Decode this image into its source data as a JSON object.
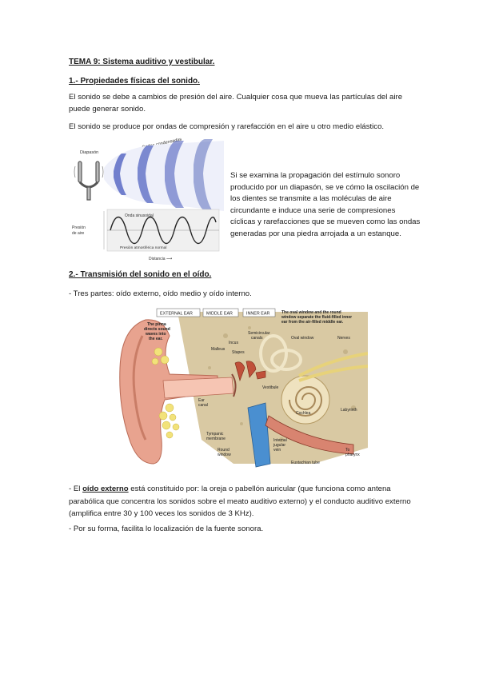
{
  "title": "TEMA 9: Sistema auditivo y vestibular.",
  "section1": {
    "heading": "1.- Propiedades físicas del sonido."
  },
  "p1": "El sonido se debe a cambios de presión del aire. Cualquier cosa que mueva las partículas del aire puede generar sonido.",
  "p2": "El sonido se produce por ondas de compresión y rarefacción en el aire u otro medio elástico.",
  "figure1": {
    "diapason_label": "Diapasón",
    "waves_label": "Ondas condensadas",
    "presion_label": "Presión de aire",
    "sinusoidal_label": "Onda sinusoidal",
    "normal_label": "Presión atmosférica normal",
    "distance_label": "Distancia ⟶"
  },
  "side_text": "Si se examina la propagación del estímulo sonoro producido por un diapasón, se ve cómo la oscilación de los dientes se transmite a las moléculas de aire circundante e induce una serie de compresiones cíclicas y rarefacciones que se mueven como las ondas generadas por una piedra arrojada a un estanque.",
  "section2": {
    "heading": "2.- Transmisión del sonido en el oído."
  },
  "p3": "- Tres partes: oído externo, oído medio y oído interno.",
  "figure2": {
    "external_ear": "EXTERNAL EAR",
    "middle_ear": "MIDDLE EAR",
    "inner_ear": "INNER EAR",
    "pinna_note_1": "The pinna",
    "pinna_note_2": "directs sound",
    "pinna_note_3": "waves into",
    "pinna_note_4": "the ear.",
    "incus": "Incus",
    "malleus": "Malleus",
    "stapes": "Stapes",
    "semicircular_1": "Semicircular",
    "semicircular_2": "canals",
    "oval_note_1": "The oval window and the round",
    "oval_note_2": "window separate the fluid-filled inner",
    "oval_note_3": "ear from the air-filled middle ear.",
    "oval_window": "Oval window",
    "nerves": "Nerves",
    "vestibule": "Vestibule",
    "ear_canal_1": "Ear",
    "ear_canal_2": "canal",
    "cochlea": "Cochlea",
    "labyrinth": "Labyrinth",
    "tympanic_1": "Tympanic",
    "tympanic_2": "membrane",
    "round_window_1": "Round",
    "round_window_2": "window",
    "jugular_1": "Internal",
    "jugular_2": "jugular",
    "jugular_3": "vein",
    "pharynx_1": "To",
    "pharynx_2": "pharynx",
    "eustachian": "Eustachian tube"
  },
  "p4": {
    "prefix": "- El ",
    "bold": "oído externo",
    "rest": " está constituido por: la oreja o pabellón auricular (que funciona como antena parabólica que concentra los sonidos sobre el meato auditivo externo) y el conducto auditivo externo (amplifica entre 30 y 100 veces los sonidos de 3 KHz)."
  },
  "p5": "- Por su forma, facilita lo localización de la fuente sonora.",
  "colors": {
    "text": "#1a1a1a",
    "wave_blue": "#3a4fb0",
    "skin": "#e8a38f",
    "bone": "#d9c9a3",
    "fat": "#f2e27a",
    "vein": "#4a8fd0"
  }
}
